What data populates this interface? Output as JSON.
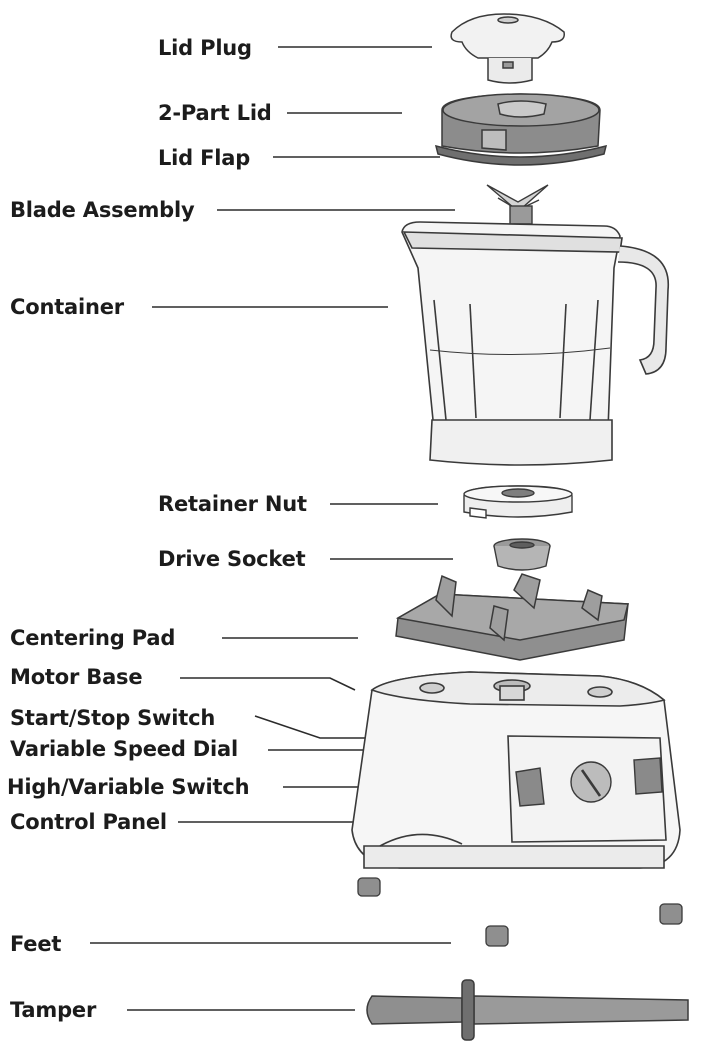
{
  "diagram": {
    "labels": {
      "lid_plug": "Lid Plug",
      "two_part_lid": "2-Part Lid",
      "lid_flap": "Lid Flap",
      "blade_assembly": "Blade Assembly",
      "container": "Container",
      "retainer_nut": "Retainer Nut",
      "drive_socket": "Drive Socket",
      "centering_pad": "Centering Pad",
      "motor_base": "Motor Base",
      "start_stop_switch": "Start/Stop Switch",
      "variable_speed_dial": "Variable Speed Dial",
      "high_variable_switch": "High/Variable Switch",
      "control_panel": "Control Panel",
      "feet": "Feet",
      "tamper": "Tamper"
    },
    "colors": {
      "line": "#2b2b2b",
      "part_dark": "#8c8c8c",
      "part_mid": "#a9a9a9",
      "part_light": "#d4d4d4",
      "outline": "#3a3a3a",
      "background": "#ffffff"
    }
  }
}
